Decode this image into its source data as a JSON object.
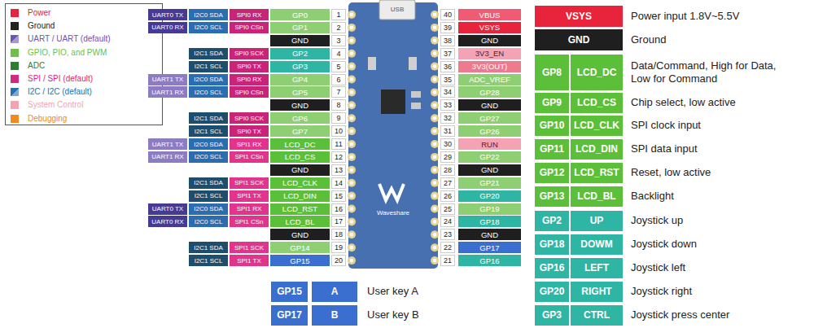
{
  "diagram": {
    "nodes": [
      {
        "text": [
          "UART0 TX"
        ]
      },
      {
        "text": [
          "I2C0 SDA"
        ]
      },
      {
        "text": [
          "SPI0 RX"
        ]
      },
      {
        "text": [
          "GP0"
        ]
      },
      {
        "text": [
          "UART0 RX"
        ]
      },
      {
        "text": [
          "I2C0 SCL"
        ]
      },
      {
        "text": [
          "SPI0 CSn"
        ]
      },
      {
        "text": [
          "GP1"
        ]
      },
      {
        "text": [
          "GND"
        ]
      },
      {
        "text": [
          "I2C1 SDA"
        ]
      },
      {
        "text": [
          "SPI0 SCK"
        ]
      },
      {
        "text": [
          "GP2"
        ]
      },
      {
        "text": [
          "I2C1 SCL"
        ]
      },
      {
        "text": [
          "SPI0 TX"
        ]
      },
      {
        "text": [
          "GP3"
        ]
      },
      {
        "text": [
          "UART1 TX"
        ]
      },
      {
        "text": [
          "I2C0 SDA"
        ]
      },
      {
        "text": [
          "SPI0 RX"
        ]
      },
      {
        "text": [
          "GP4"
        ]
      },
      {
        "text": [
          "UART1 RX"
        ]
      },
      {
        "text": [
          "I2C0 SCL"
        ]
      },
      {
        "text": [
          "SPI0 CSn"
        ]
      },
      {
        "text": [
          "GP5"
        ]
      },
      {
        "text": [
          "GND"
        ]
      },
      {
        "text": [
          "I2C1 SDA"
        ]
      },
      {
        "text": [
          "SPI0 SCK"
        ]
      },
      {
        "text": [
          "GP6"
        ]
      },
      {
        "text": [
          "I2C1 SCL"
        ]
      },
      {
        "text": [
          "SPI0 TX"
        ]
      },
      {
        "text": [
          "GP7"
        ]
      },
      {
        "text": [
          "UART1 TX"
        ]
      },
      {
        "text": [
          "I2C0 SDA"
        ]
      },
      {
        "text": [
          "SPI1 RX"
        ]
      },
      {
        "text": [
          "LCD_DC"
        ]
      },
      {
        "text": [
          "UART1 RX"
        ]
      },
      {
        "text": [
          "I2C0 SCL"
        ]
      },
      {
        "text": [
          "SPI1 CSn"
        ]
      },
      {
        "text": [
          "LCD_CS"
        ]
      },
      {
        "text": [
          "GND"
        ]
      },
      {
        "text": [
          "I2C1 SDA"
        ]
      },
      {
        "text": [
          "SPI1 SCK"
        ]
      },
      {
        "text": [
          "LCD_CLK"
        ]
      },
      {
        "text": [
          "I2C1 SCL"
        ]
      },
      {
        "text": [
          "SPI1 TX"
        ]
      },
      {
        "text": [
          "LCD_DIN"
        ]
      },
      {
        "text": [
          "UART0 TX"
        ]
      },
      {
        "text": [
          "I2C0 SDA"
        ]
      },
      {
        "text": [
          "SPI1 RX"
        ]
      },
      {
        "text": [
          "LCD_RST"
        ]
      },
      {
        "text": [
          "UART0 RX"
        ]
      },
      {
        "text": [
          "I2C0 SCL"
        ]
      },
      {
        "text": [
          "SPI1 CSn"
        ]
      },
      {
        "text": [
          "LCD_BL"
        ]
      },
      {
        "text": [
          "GND"
        ]
      },
      {
        "text": [
          "I2C1 SDA"
        ]
      },
      {
        "text": [
          "SPI1 SCK"
        ]
      },
      {
        "text": [
          "GP14"
        ]
      },
      {
        "text": [
          "I2C1 SCL"
        ]
      },
      {
        "text": [
          "SPI1 TX"
        ]
      },
      {
        "text": [
          "GP15"
        ]
      },
      {
        "text": [
          "VBUS"
        ]
      },
      {
        "text": [
          "VSYS"
        ]
      },
      {
        "text": [
          "GND"
        ]
      },
      {
        "text": [
          "3V3_EN"
        ]
      },
      {
        "text": [
          "3V3(OUT)"
        ]
      },
      {
        "text": [
          "ADC_VREF"
        ]
      },
      {
        "text": [
          "GP28"
        ]
      },
      {
        "text": [
          "GND"
        ]
      },
      {
        "text": [
          "GP27"
        ]
      },
      {
        "text": [
          "GP26"
        ]
      },
      {
        "text": [
          "RUN"
        ]
      },
      {
        "text": [
          "GP22"
        ]
      },
      {
        "text": [
          "GND"
        ]
      },
      {
        "text": [
          "GP21"
        ]
      },
      {
        "text": [
          "GP20"
        ]
      },
      {
        "text": [
          "GP19"
        ]
      },
      {
        "text": [
          "GP18"
        ]
      },
      {
        "text": [
          "GND"
        ]
      },
      {
        "text": [
          "GP17"
        ]
      },
      {
        "text": [
          "GP16"
        ]
      },
      {
        "text": [
          "VSYS"
        ]
      },
      {
        "text": [
          "GND"
        ]
      },
      {
        "text": [
          "GP8"
        ]
      },
      {
        "text": [
          "LCD_DC"
        ]
      },
      {
        "text": [
          "GP9"
        ]
      },
      {
        "text": [
          "LCD_CS"
        ]
      },
      {
        "text": [
          "GP10"
        ]
      },
      {
        "text": [
          "LCD_CLK"
        ]
      },
      {
        "text": [
          "GP11"
        ]
      },
      {
        "text": [
          "LCD_DIN"
        ]
      },
      {
        "text": [
          "GP12"
        ]
      },
      {
        "text": [
          "LCD_RST"
        ]
      },
      {
        "text": [
          "GP13"
        ]
      },
      {
        "text": [
          "LCD_BL"
        ]
      },
      {
        "text": [
          "GP2"
        ]
      },
      {
        "text": [
          "UP"
        ]
      },
      {
        "text": [
          "GP18"
        ]
      },
      {
        "text": [
          "DOWM"
        ]
      },
      {
        "text": [
          "GP16"
        ]
      },
      {
        "text": [
          "LEFT"
        ]
      },
      {
        "text": [
          "GP20"
        ]
      },
      {
        "text": [
          "RIGHT"
        ]
      },
      {
        "text": [
          "GP3"
        ]
      },
      {
        "text": [
          "CTRL"
        ]
      },
      {
        "text": [
          "GP15"
        ]
      },
      {
        "text": [
          "A"
        ]
      },
      {
        "text": [
          "GP17"
        ]
      },
      {
        "text": [
          "B"
        ]
      }
    ],
    "labels": [
      "1",
      "2",
      "3",
      "4",
      "5",
      "6",
      "7",
      "8",
      "9",
      "10",
      "11",
      "12",
      "13",
      "14",
      "15",
      "16",
      "17",
      "18",
      "19",
      "20",
      "40",
      "39",
      "38",
      "37",
      "36",
      "35",
      "34",
      "33",
      "32",
      "31",
      "30",
      "29",
      "28",
      "27",
      "26",
      "25",
      "24",
      "23",
      "22",
      "21",
      "Power input 1.8V~5.5V",
      "Ground",
      "Data/Command, High for Data, Low for Command",
      "Chip select, low active",
      "SPI clock input",
      "SPI data input",
      "Reset, low active",
      "Backlight",
      "Joystick up",
      "Joystick down",
      "Joystick left",
      "Joystick right",
      "Joystick press center",
      "User key A",
      "User key B",
      "USB",
      "Waveshare"
    ],
    "legend": [
      {
        "text": "Power",
        "color": "#e8233c"
      },
      {
        "text": "Ground",
        "color": "#222222"
      },
      {
        "text": "UART / UART (default)",
        "color": "#6b55b0"
      },
      {
        "text": "GPIO, PIO, and PWM",
        "color": "#6cc04a"
      },
      {
        "text": "ADC",
        "color": "#2e7d32"
      },
      {
        "text": "SPI / SPI (default)",
        "color": "#d42a7e"
      },
      {
        "text": "I2C / I2C (default)",
        "color": "#2a6db0"
      },
      {
        "text": "System Control",
        "color": "#f4a3b4"
      },
      {
        "text": "Debugging",
        "color": "#f28a1e"
      }
    ]
  }
}
